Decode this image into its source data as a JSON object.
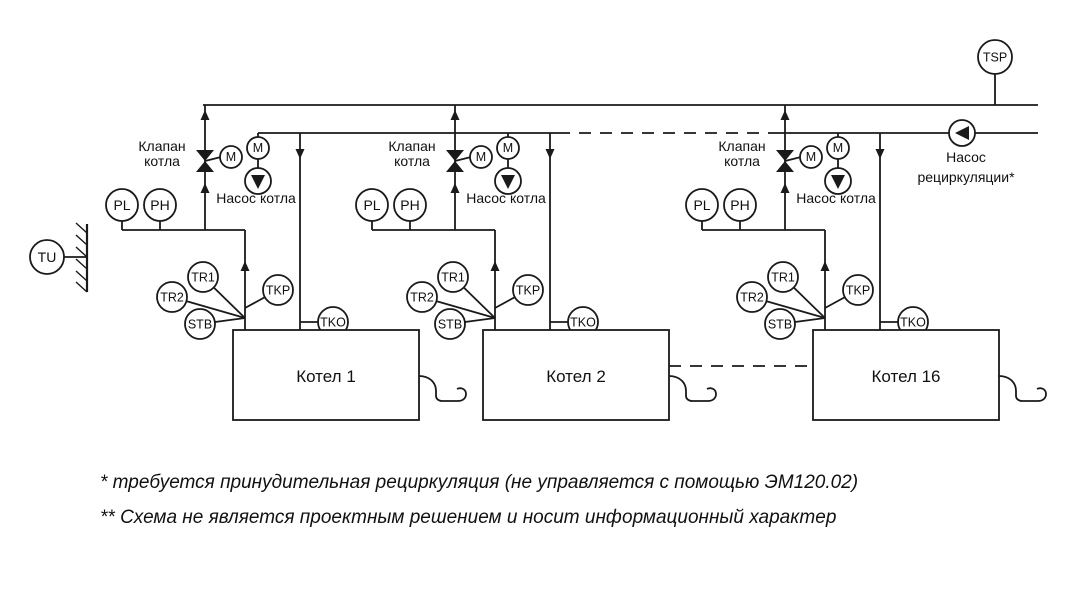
{
  "diagram_type": "boiler-cascade-piping-schematic",
  "colors": {
    "line": "#1a1a1a",
    "background": "#ffffff",
    "text": "#111111"
  },
  "labels": {
    "m": "M",
    "valve_line1": "Клапан",
    "valve_line2": "котла",
    "boiler_pump": "Насос котла",
    "recirc_line1": "Насос",
    "recirc_line2": "рециркуляции*",
    "sensors": {
      "pl": "PL",
      "ph": "PH",
      "tu": "TU",
      "tsp": "TSP",
      "tr1": "TR1",
      "tr2": "TR2",
      "stb": "STB",
      "tkp": "TKP",
      "tko": "TKO"
    }
  },
  "units": [
    {
      "boiler_label": "Котел 1"
    },
    {
      "boiler_label": "Котел 2"
    },
    {
      "boiler_label": "Котел 16"
    }
  ],
  "footnotes": [
    "* требуется принудительная рециркуляция (не управляется с помощью ЭМ120.02)",
    "** Схема не является проектным решением и носит информационный характер"
  ]
}
